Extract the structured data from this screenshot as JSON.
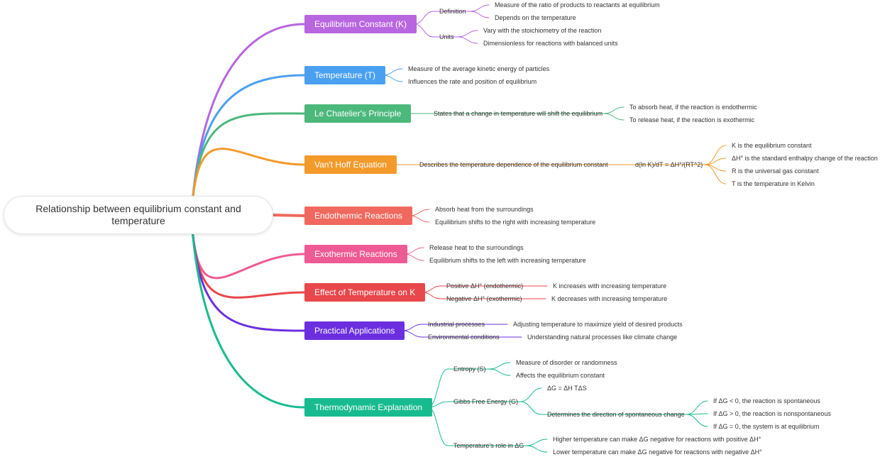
{
  "root": {
    "label": "Relationship between equilibrium constant and temperature"
  },
  "branches": [
    {
      "label": "Equilibrium Constant (K)",
      "color": "#b866e0",
      "children": [
        {
          "label": "Definition",
          "children": [
            {
              "label": "Measure of the ratio of products to reactants at equilibrium"
            },
            {
              "label": "Depends on the temperature"
            }
          ]
        },
        {
          "label": "Units",
          "children": [
            {
              "label": "Vary with the stoichiometry of the reaction"
            },
            {
              "label": "Dimensionless for reactions with balanced units"
            }
          ]
        }
      ]
    },
    {
      "label": "Temperature (T)",
      "color": "#4aa0f0",
      "children": [
        {
          "label": "Measure of the average kinetic energy of particles"
        },
        {
          "label": "Influences the rate and position of equilibrium"
        }
      ]
    },
    {
      "label": "Le Chatelier's Principle",
      "color": "#4cb87c",
      "children": [
        {
          "label": "States that a change in temperature will shift the equilibrium",
          "children": [
            {
              "label": "To absorb heat, if the reaction is endothermic"
            },
            {
              "label": "To release heat, if the reaction is exothermic"
            }
          ]
        }
      ]
    },
    {
      "label": "Van't Hoff Equation",
      "color": "#f39a2b",
      "children": [
        {
          "label": "Describes the temperature dependence of the equilibrium constant",
          "children": [
            {
              "label": "d(ln K)/dT = ΔH°/(RT^2)",
              "children": [
                {
                  "label": "K is the equilibrium constant"
                },
                {
                  "label": "ΔH° is the standard enthalpy change of the reaction"
                },
                {
                  "label": "R is the universal gas constant"
                },
                {
                  "label": "T is the temperature in Kelvin"
                }
              ]
            }
          ]
        }
      ]
    },
    {
      "label": "Endothermic Reactions",
      "color": "#f0685e",
      "children": [
        {
          "label": "Absorb heat from the surroundings"
        },
        {
          "label": "Equilibrium shifts to the right with increasing temperature"
        }
      ]
    },
    {
      "label": "Exothermic Reactions",
      "color": "#ee5a94",
      "children": [
        {
          "label": "Release heat to the surroundings"
        },
        {
          "label": "Equilibrium shifts to the left with increasing temperature"
        }
      ]
    },
    {
      "label": "Effect of Temperature on K",
      "color": "#e8474b",
      "children": [
        {
          "label": "Positive ΔH° (endothermic)",
          "children": [
            {
              "label": "K increases with increasing temperature"
            }
          ]
        },
        {
          "label": "Negative ΔH° (exothermic)",
          "children": [
            {
              "label": "K decreases with increasing temperature"
            }
          ]
        }
      ]
    },
    {
      "label": "Practical Applications",
      "color": "#6b2fe0",
      "children": [
        {
          "label": "Industrial processes",
          "children": [
            {
              "label": "Adjusting temperature to maximize yield of desired products"
            }
          ]
        },
        {
          "label": "Environmental conditions",
          "children": [
            {
              "label": "Understanding natural processes like climate change"
            }
          ]
        }
      ]
    },
    {
      "label": "Thermodynamic Explanation",
      "color": "#18bb8f",
      "children": [
        {
          "label": "Entropy (S)",
          "children": [
            {
              "label": "Measure of disorder or randomness"
            },
            {
              "label": "Affects the equilibrium constant"
            }
          ]
        },
        {
          "label": "Gibbs Free Energy (G)",
          "children": [
            {
              "label": "ΔG = ΔH TΔS"
            },
            {
              "label": "Determines the direction of spontaneous change",
              "children": [
                {
                  "label": "If ΔG < 0, the reaction is spontaneous"
                },
                {
                  "label": "If ΔG > 0, the reaction is nonspontaneous"
                },
                {
                  "label": "If ΔG = 0, the system is at equilibrium"
                }
              ]
            }
          ]
        },
        {
          "label": "Temperature's role in ΔG",
          "children": [
            {
              "label": "Higher temperature can make ΔG negative for reactions with positive ΔH°"
            },
            {
              "label": "Lower temperature can make ΔG negative for reactions with negative ΔH°"
            }
          ]
        }
      ]
    }
  ]
}
